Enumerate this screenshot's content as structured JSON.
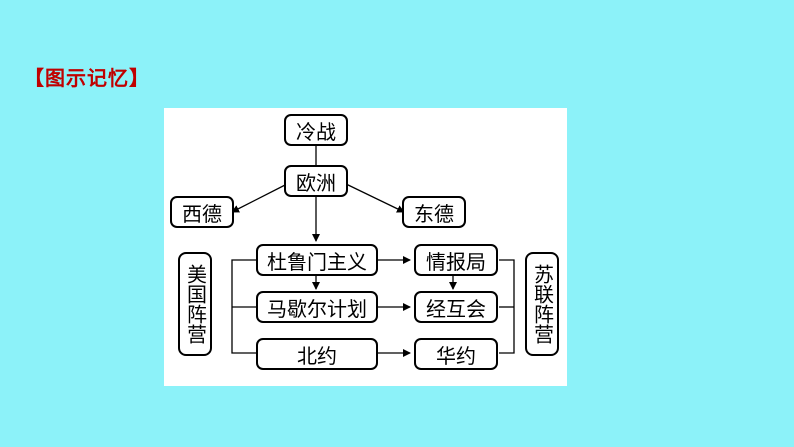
{
  "heading": "【图示记忆】",
  "nodes": {
    "cold_war": "冷战",
    "europe": "欧洲",
    "west_germany": "西德",
    "east_germany": "东德",
    "truman": "杜鲁门主义",
    "cominform": "情报局",
    "marshall": "马歇尔计划",
    "comecon": "经互会",
    "nato": "北约",
    "warsaw": "华约",
    "us_camp": "美国阵营",
    "soviet_camp": "苏联阵营"
  }
}
